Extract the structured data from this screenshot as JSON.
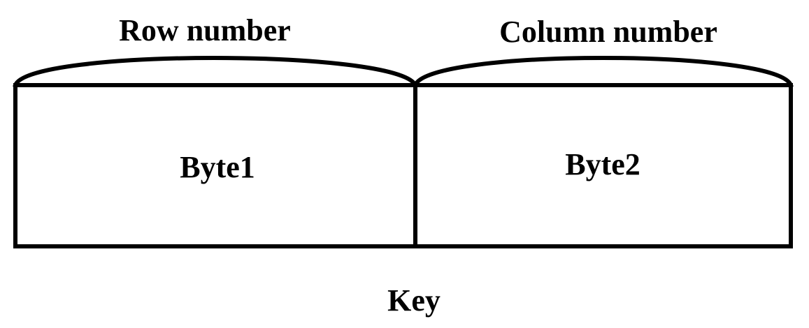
{
  "diagram": {
    "top_labels": {
      "left": "Row number",
      "right": "Column number"
    },
    "cells": {
      "left": "Byte1",
      "right": "Byte2"
    },
    "caption": "Key",
    "colors": {
      "stroke": "#000000",
      "background": "#ffffff",
      "text": "#000000"
    }
  }
}
